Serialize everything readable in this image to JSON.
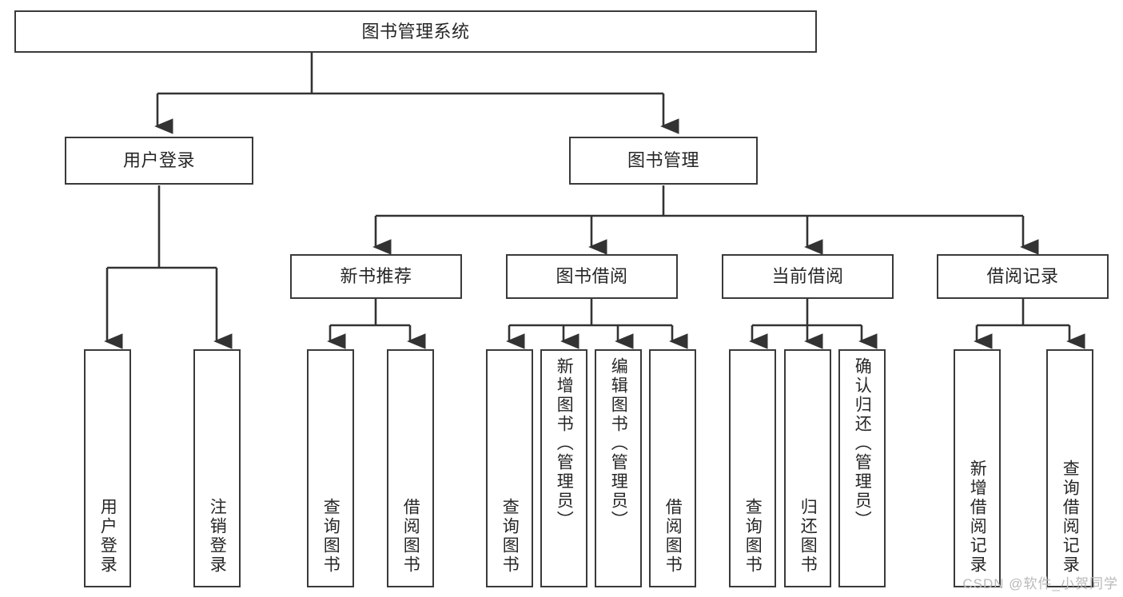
{
  "diagram": {
    "type": "tree",
    "title": "图书管理系统",
    "orientation": "top-down",
    "watermark": "CSDN @软件_小贺同学",
    "colors": {
      "box_border": "#3a3a3a",
      "box_fill": "#ffffff",
      "connector": "#333333",
      "text": "#262626",
      "watermark": "#b9b9b9",
      "background": "#ffffff"
    },
    "root": {
      "label": "图书管理系统"
    },
    "level2": [
      {
        "id": "user-login",
        "label": "用户登录"
      },
      {
        "id": "book-management",
        "label": "图书管理"
      }
    ],
    "level3": [
      {
        "id": "new-book-recommend",
        "label": "新书推荐",
        "parent": "book-management"
      },
      {
        "id": "book-borrow",
        "label": "图书借阅",
        "parent": "book-management"
      },
      {
        "id": "current-borrow",
        "label": "当前借阅",
        "parent": "book-management"
      },
      {
        "id": "borrow-record",
        "label": "借阅记录",
        "parent": "book-management"
      }
    ],
    "leaves": [
      {
        "id": "leaf-user-login",
        "label": "用户登录",
        "parent": "user-login"
      },
      {
        "id": "leaf-logout",
        "label": "注销登录",
        "parent": "user-login"
      },
      {
        "id": "leaf-query-book-1",
        "label": "查询图书",
        "parent": "new-book-recommend"
      },
      {
        "id": "leaf-borrow-book-1",
        "label": "借阅图书",
        "parent": "new-book-recommend"
      },
      {
        "id": "leaf-query-book-2",
        "label": "查询图书",
        "parent": "book-borrow"
      },
      {
        "id": "leaf-add-book",
        "label": "新增图书（管理员）",
        "parent": "book-borrow"
      },
      {
        "id": "leaf-edit-book",
        "label": "编辑图书（管理员）",
        "parent": "book-borrow"
      },
      {
        "id": "leaf-borrow-book-2",
        "label": "借阅图书",
        "parent": "book-borrow"
      },
      {
        "id": "leaf-query-book-3",
        "label": "查询图书",
        "parent": "current-borrow"
      },
      {
        "id": "leaf-return-book",
        "label": "归还图书",
        "parent": "current-borrow"
      },
      {
        "id": "leaf-confirm-return",
        "label": "确认归还（管理员）",
        "parent": "current-borrow"
      },
      {
        "id": "leaf-add-record",
        "label": "新增借阅记录",
        "parent": "borrow-record"
      },
      {
        "id": "leaf-query-record",
        "label": "查询借阅记录",
        "parent": "borrow-record"
      }
    ]
  }
}
